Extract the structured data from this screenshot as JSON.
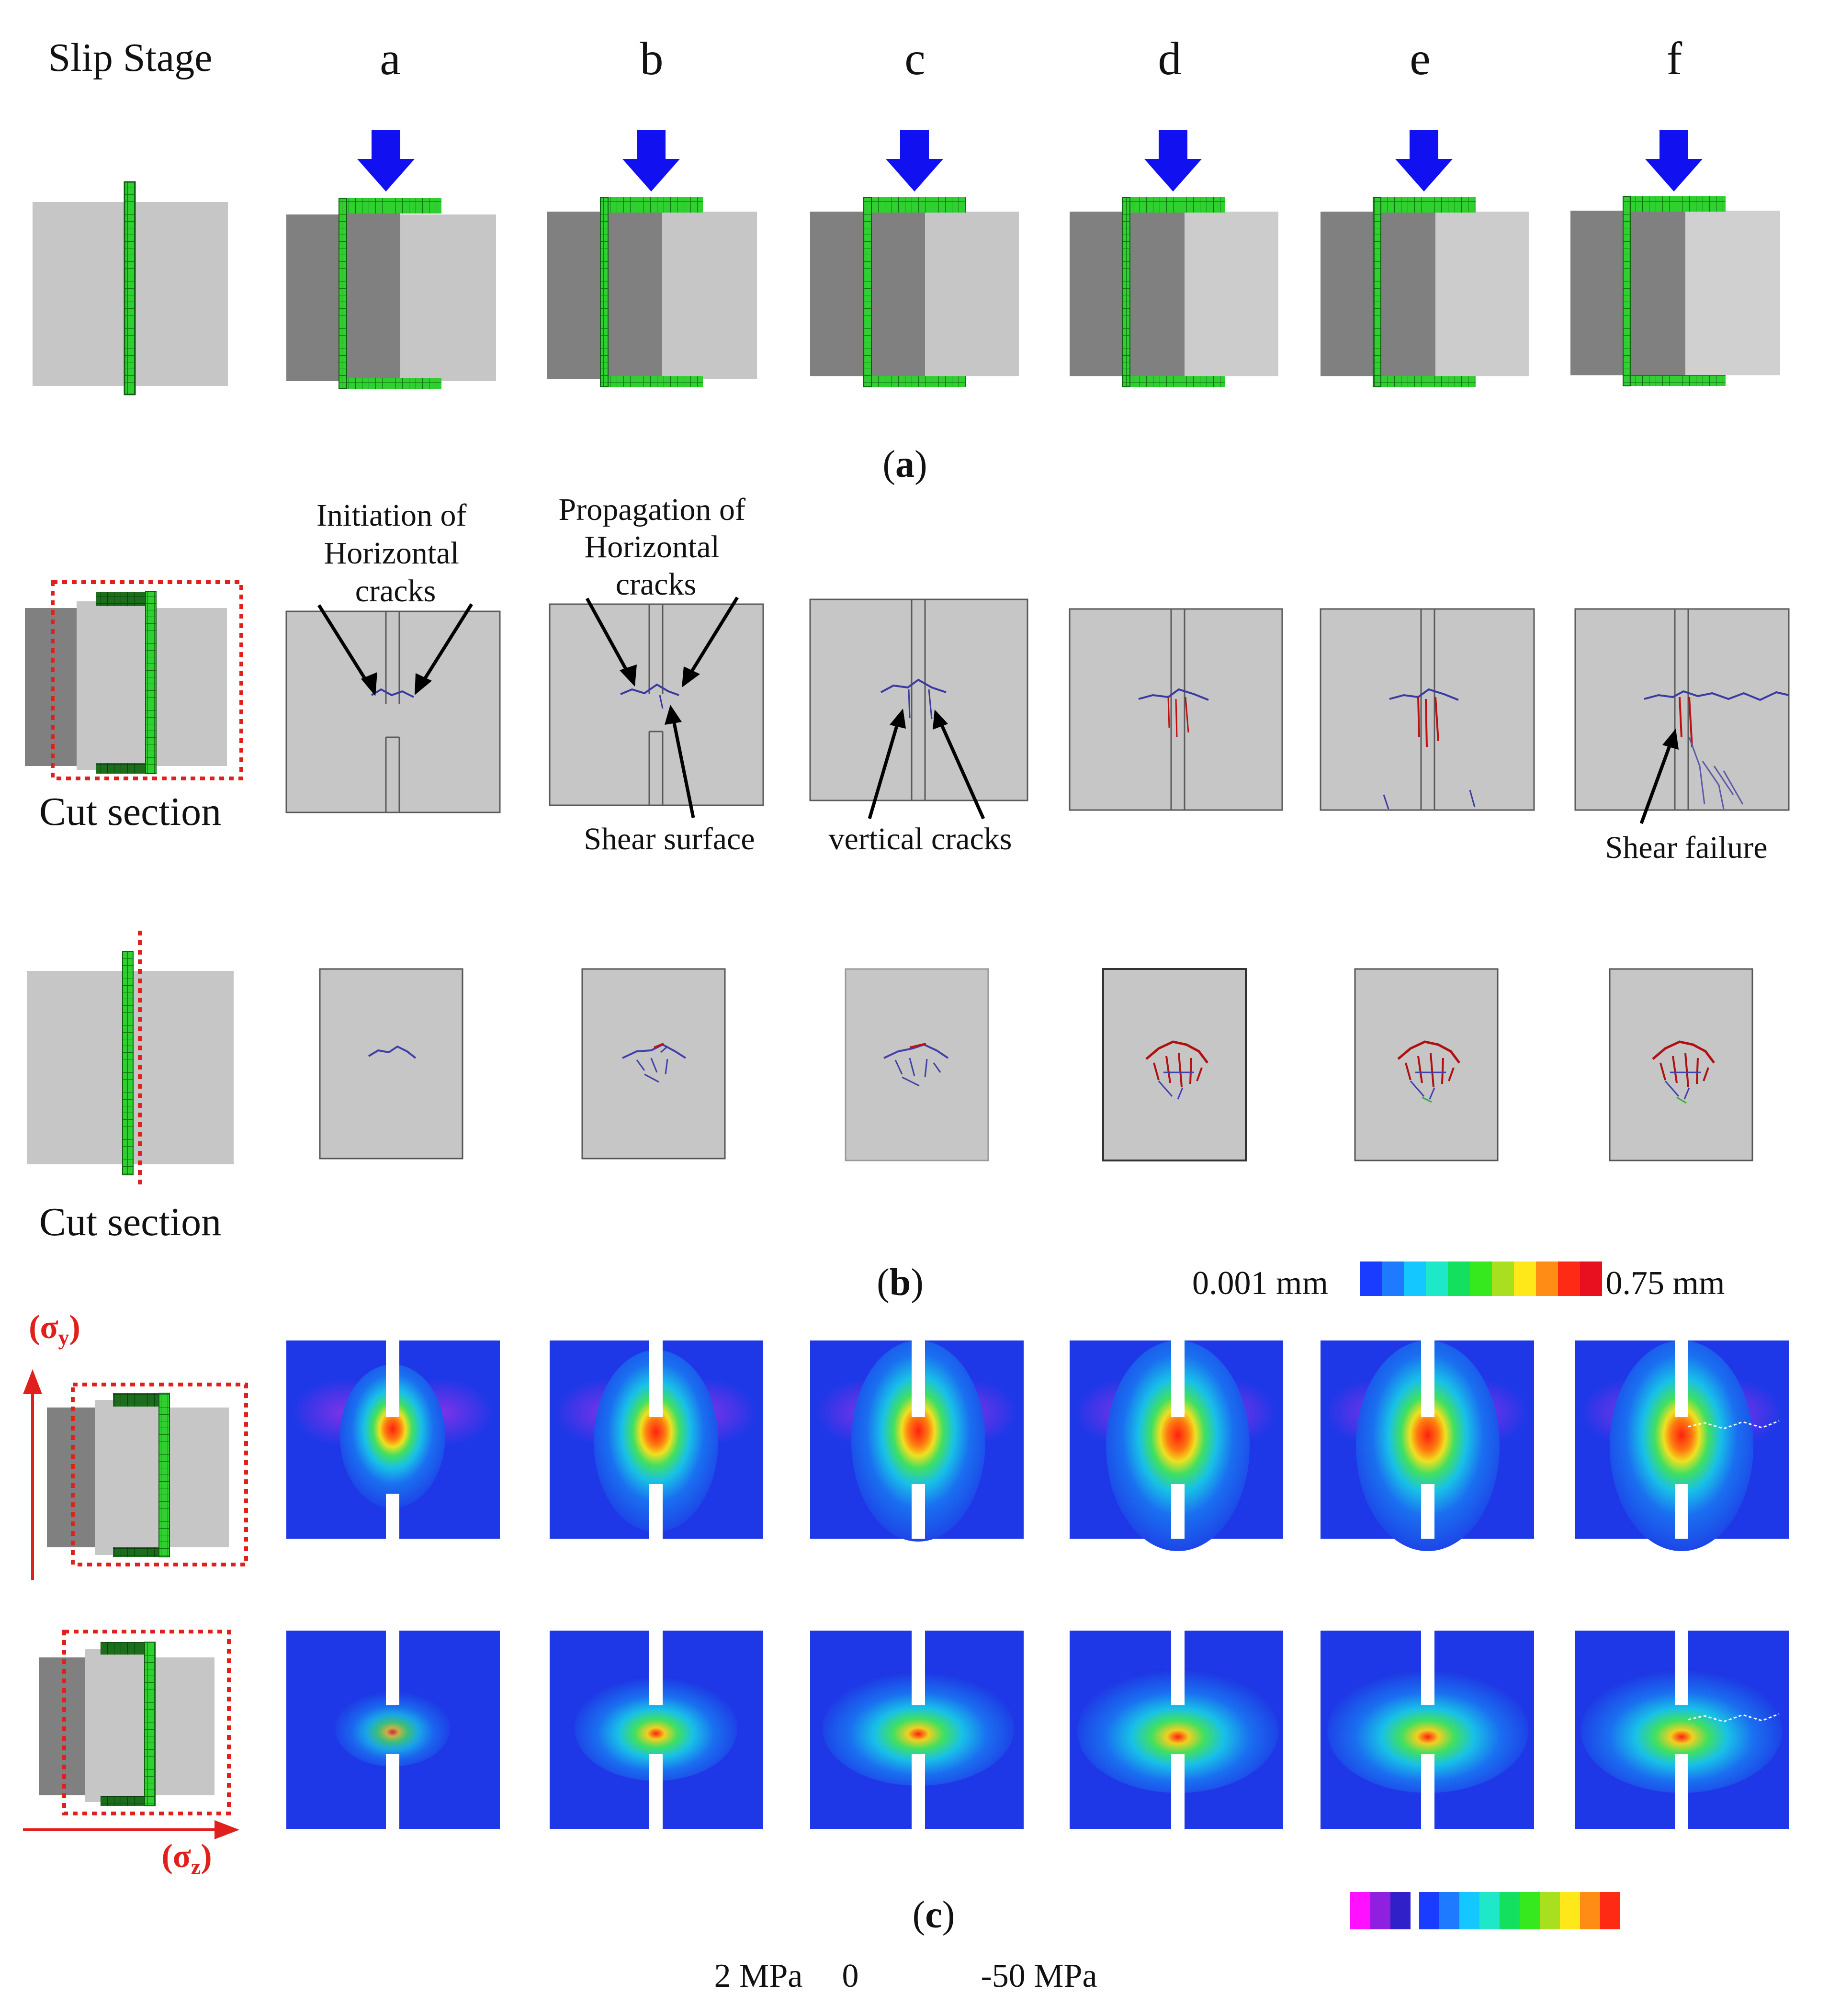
{
  "header": {
    "row_label": "Slip Stage",
    "stages": [
      "a",
      "b",
      "c",
      "d",
      "e",
      "f"
    ]
  },
  "captions": {
    "a": [
      "(",
      "a",
      ")"
    ],
    "b": [
      "(",
      "b",
      ")"
    ],
    "c": [
      "(",
      "c",
      ")"
    ]
  },
  "annotations": {
    "initiation": [
      "Initiation of",
      "Horizontal",
      "cracks"
    ],
    "propagation": [
      "Propagation of",
      "Horizontal",
      "cracks"
    ],
    "shear_surface": "Shear surface",
    "vertical_cracks": "vertical cracks",
    "shear_failure": "Shear failure",
    "cut_section": "Cut section"
  },
  "crack_legend": {
    "min_label": "0.001 mm",
    "max_label": "0.75 mm",
    "colors": [
      "#1a3cff",
      "#1e7bff",
      "#14c8ff",
      "#1ee8c8",
      "#14e060",
      "#36e81e",
      "#a8e020",
      "#ffe81a",
      "#ff8c14",
      "#ff2a14",
      "#e8101e"
    ]
  },
  "stress_axes": {
    "sigma_y": "(σ",
    "sigma_y_sub": "y",
    "sigma_z": "(σ",
    "sigma_z_sub": "z",
    "close": ")"
  },
  "stress_legend": {
    "labels": [
      "2 MPa",
      "0",
      "-50 MPa"
    ],
    "colors_left": [
      "#ff10ff",
      "#9020e0",
      "#3020c8"
    ],
    "colors_right": [
      "#1a3cff",
      "#1e7bff",
      "#14c8ff",
      "#1ee8c8",
      "#14e060",
      "#36e81e",
      "#a8e020",
      "#ffe81a",
      "#ff8c14",
      "#ff2a14"
    ]
  },
  "colors": {
    "specimen_light": "#c6c6c6",
    "specimen_dark": "#808080",
    "connector_green": "#2fd030",
    "arrow_blue": "#1010f0",
    "cut_red": "#e0201c",
    "field_blue": "#1e38e8"
  }
}
